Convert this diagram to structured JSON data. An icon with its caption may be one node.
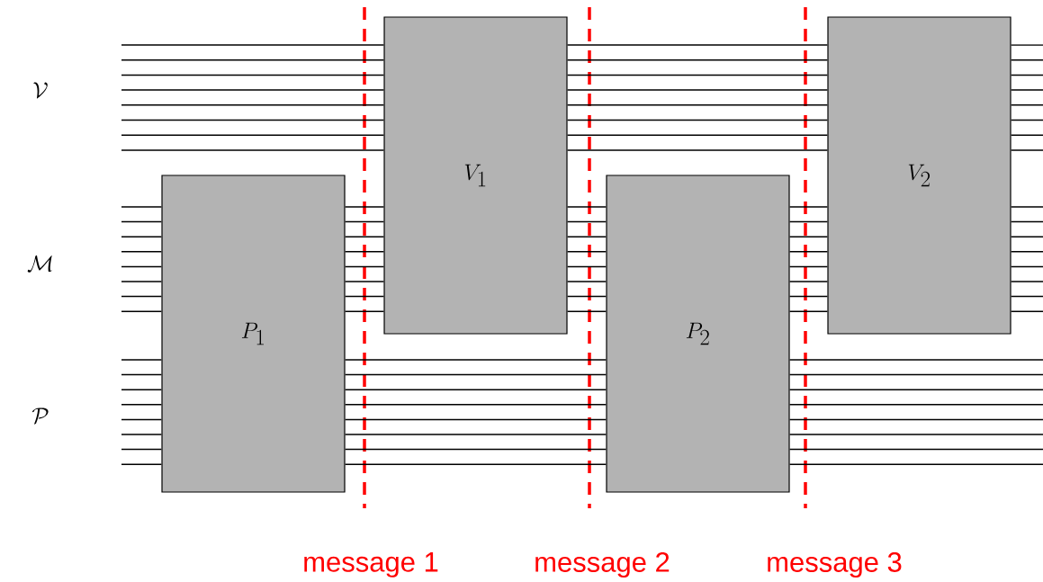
{
  "diagram": {
    "nodes": [
      {
        "text": [
          "P_1"
        ]
      },
      {
        "text": [
          "V_1"
        ]
      },
      {
        "text": [
          "P_2"
        ]
      },
      {
        "text": [
          "V_2"
        ]
      }
    ],
    "edges": [
      {
        "from": null,
        "to": 1,
        "arrow": "none"
      },
      {
        "from": null,
        "to": 0,
        "arrow": "none"
      },
      {
        "from": 0,
        "to": 1,
        "arrow": "none"
      },
      {
        "from": 0,
        "to": 2,
        "arrow": "none"
      },
      {
        "from": 1,
        "to": 3,
        "arrow": "none"
      },
      {
        "from": 1,
        "to": 2,
        "arrow": "none"
      },
      {
        "from": 2,
        "to": 3,
        "arrow": "none"
      },
      {
        "from": 2,
        "to": null,
        "arrow": "none"
      },
      {
        "from": 3,
        "to": null,
        "arrow": "none"
      }
    ],
    "labels": [
      "\\mathcal{V}",
      "\\mathcal{M}",
      "\\mathcal{P}",
      "message 1",
      "message 2",
      "message 3"
    ]
  }
}
